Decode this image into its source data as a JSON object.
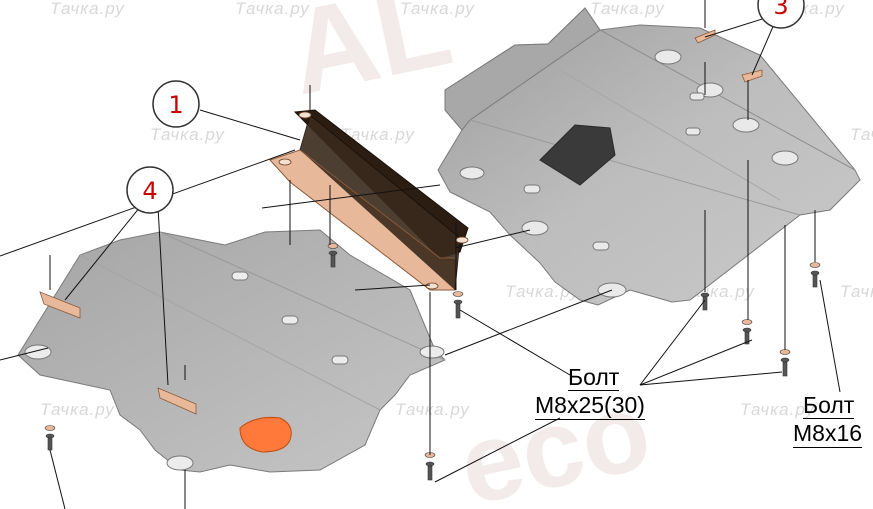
{
  "watermark": "Тачка.ру",
  "brand_watermark_top": "AL",
  "brand_watermark_bottom": "eco",
  "callouts": [
    "1",
    "3",
    "4"
  ],
  "label_bolt_long": {
    "line1": "Болт",
    "line2": "M8x25(30)"
  },
  "label_bolt_short": {
    "line1": "Болт",
    "line2": "M8x16"
  },
  "colors": {
    "plate": "#b9b9b9",
    "plate_edge": "#8a8a8a",
    "bracket": "#e8b89a",
    "callout_text": "#cc0000",
    "hatch": "#ff7a3a"
  }
}
